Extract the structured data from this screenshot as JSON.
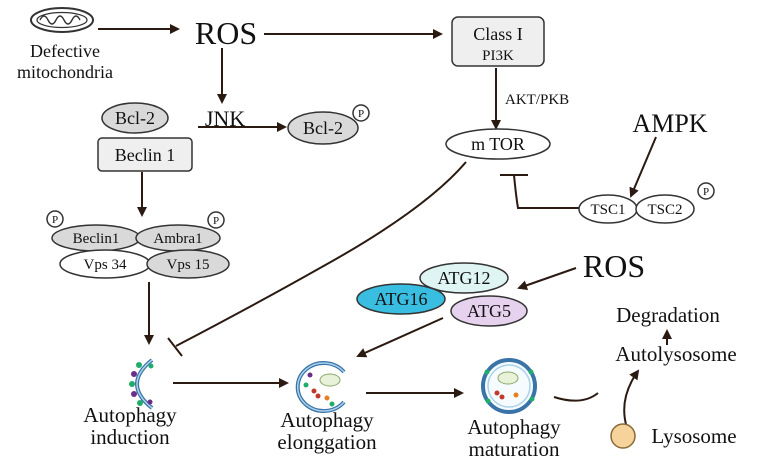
{
  "top": {
    "defective": [
      "Defective",
      "mitochondria"
    ],
    "ros_main": "ROS",
    "class1": [
      "Class I",
      "PI3K"
    ],
    "akt": "AKT/PKB",
    "mtor": "m TOR",
    "ampk": "AMPK",
    "tsc1": "TSC1",
    "tsc2": "TSC2",
    "jnk": "JNK",
    "bcl2": "Bcl-2",
    "bcl2p": "Bcl-2",
    "beclin": "Beclin 1",
    "p": "P"
  },
  "complex": {
    "beclin1": "Beclin1",
    "ambra1": "Ambra1",
    "vps34": "Vps 34",
    "vps15": "Vps 15"
  },
  "atg": {
    "atg12": "ATG12",
    "atg16": "ATG16",
    "atg5": "ATG5",
    "ros2": "ROS"
  },
  "stages": {
    "induction": [
      "Autophagy",
      "induction"
    ],
    "elongation": [
      "Autophagy",
      "elonggation"
    ],
    "maturation": [
      "Autophagy",
      "maturation"
    ],
    "degradation": "Degradation",
    "autolysosome": "Autolysosome",
    "lysosome": "Lysosome"
  },
  "colors": {
    "atg12": "#dff5f3",
    "atg16": "#39bde0",
    "atg5": "#e6d2ee",
    "lysosome": "#f5d39a",
    "line": "#2b1a12"
  }
}
